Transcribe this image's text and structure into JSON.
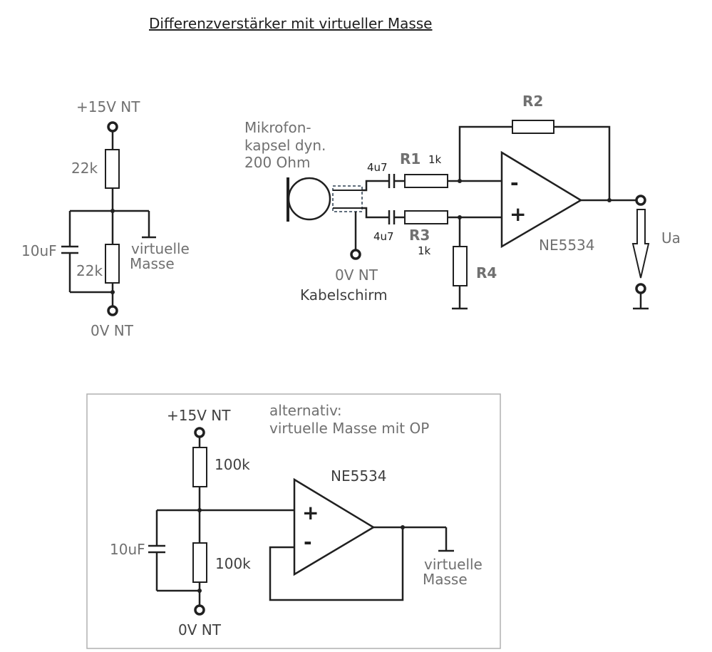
{
  "title": "Differenzverstärker mit virtueller Masse",
  "divider": {
    "supply_label": "+15V NT",
    "r_top_value": "22k",
    "r_bottom_value": "22k",
    "cap_value": "10uF",
    "ground_label": "0V NT",
    "virtual_ground_line1": "virtuelle",
    "virtual_ground_line2": "Masse"
  },
  "amplifier": {
    "mic_line1": "Mikrofon-",
    "mic_line2": "kapsel  dyn.",
    "mic_line3": "200 Ohm",
    "cap_top_value": "4u7",
    "cap_bottom_value": "4u7",
    "r1_name": "R1",
    "r1_value": "1k",
    "r2_name": "R2",
    "r3_name": "R3",
    "r3_value": "1k",
    "r4_name": "R4",
    "minus_sign": "-",
    "plus_sign": "+",
    "opamp_label": "NE5534",
    "output_label": "Ua",
    "shield_ground_label": "0V NT",
    "shield_label": "Kabelschirm"
  },
  "alternative": {
    "note_line1": "alternativ:",
    "note_line2": "virtuelle Masse mit OP",
    "supply_label": "+15V NT",
    "r_top_value": "100k",
    "r_bottom_value": "100k",
    "cap_value": "10uF",
    "ground_label": "0V NT",
    "opamp_label": "NE5534",
    "plus_sign": "+",
    "minus_sign": "-",
    "virtual_ground_line1": "virtuelle",
    "virtual_ground_line2": "Masse"
  }
}
